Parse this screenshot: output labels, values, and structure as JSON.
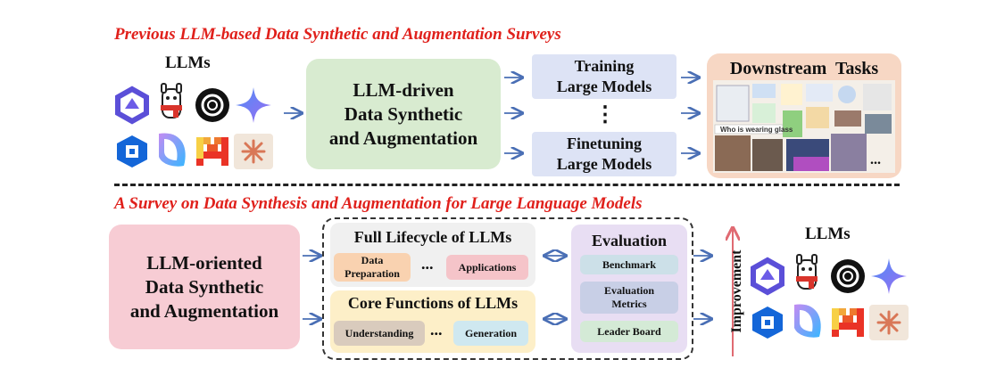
{
  "top": {
    "title": "Previous LLM-based Data Synthetic and  Augmentation Surveys",
    "llms_label": "LLMs",
    "driven_box": [
      "LLM-driven",
      "Data Synthetic",
      "and Augmentation"
    ],
    "training_box": [
      "Training",
      "Large Models"
    ],
    "vdots": "⋮",
    "finetuning_box": [
      "Finetuning",
      "Large Models"
    ],
    "downstream_label": "Downstream  Tasks",
    "downstream_caption": "Who is wearing glass",
    "downstream_ellipsis": "..."
  },
  "bottom": {
    "title": "A Survey on Data Synthesis and Augmentation for Large Language Models",
    "oriented_box": [
      "LLM-oriented",
      "Data Synthetic",
      "and Augmentation"
    ],
    "lifecycle": {
      "title": "Full Lifecycle of LLMs",
      "item1": [
        "Data",
        "Preparation"
      ],
      "ellipsis": "...",
      "item2": "Applications"
    },
    "core": {
      "title": "Core Functions of LLMs",
      "item1": "Understanding",
      "ellipsis": "...",
      "item2": "Generation"
    },
    "evaluation": {
      "title": "Evaluation",
      "items": [
        "Benchmark",
        "Evaluation Metrics",
        "Leader Board"
      ]
    },
    "improvement_label": "Improvement",
    "llms_label": "LLMs"
  },
  "colors": {
    "title_red": "#e0201b",
    "green": "#d8ebd0",
    "blue": "#dde3f5",
    "peach": "#f7d7c4",
    "pink": "#f7ccd4",
    "gray": "#f0f0f0",
    "yellow": "#fdefc8",
    "purple": "#e8def3",
    "arrow_blue": "#4a6fb5",
    "arrow_red": "#e06a72"
  },
  "icons": [
    "qwen-icon",
    "llama-icon",
    "openai-icon",
    "gemini-icon",
    "doubao-icon",
    "kimi-icon",
    "mistral-icon",
    "claude-icon"
  ]
}
